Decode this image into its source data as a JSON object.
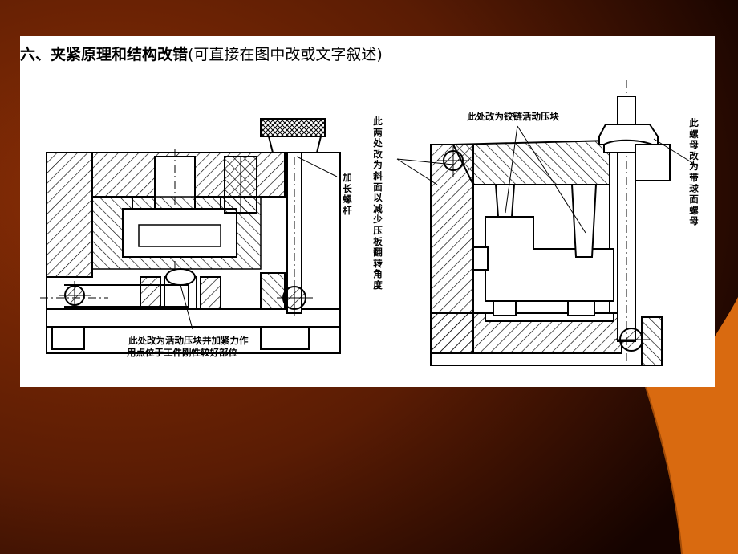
{
  "slide": {
    "background_colors": [
      "#8a2e05",
      "#5a1c04",
      "#150300",
      "#d96a10"
    ]
  },
  "figure": {
    "title_main": "六、夹紧原理和结构改错",
    "title_note": "(可直接在图中改或文字叙述)",
    "left_drawing": {
      "label_bolt": "加长螺杆",
      "label_block_line1": "此处改为活动压块并加紧力作",
      "label_block_line2": "用点位于工件刚性较好部位"
    },
    "right_drawing": {
      "label_hinge": "此处改为铰链活动压块",
      "label_incline": "此两处改为斜面以减少压板翻转角度",
      "label_nut": "此螺母改为带球面螺母"
    }
  }
}
